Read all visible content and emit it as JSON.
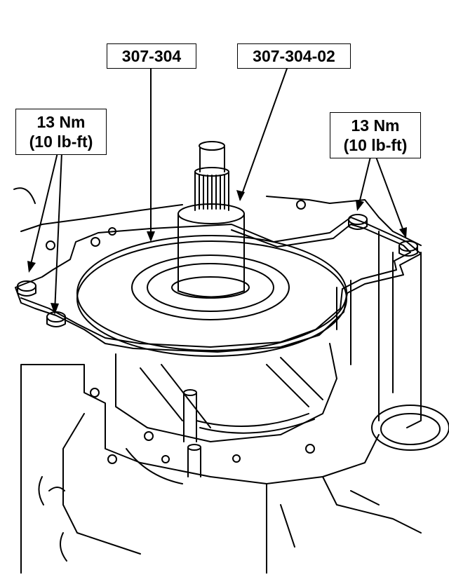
{
  "labels": {
    "tool_a": "307-304",
    "tool_b": "307-304-02",
    "torque_left_line1": "13 Nm",
    "torque_left_line2": "(10 lb-ft)",
    "torque_right_line1": "13 Nm",
    "torque_right_line2": "(10 lb-ft)"
  },
  "colors": {
    "ink": "#000000",
    "paper": "#ffffff"
  }
}
